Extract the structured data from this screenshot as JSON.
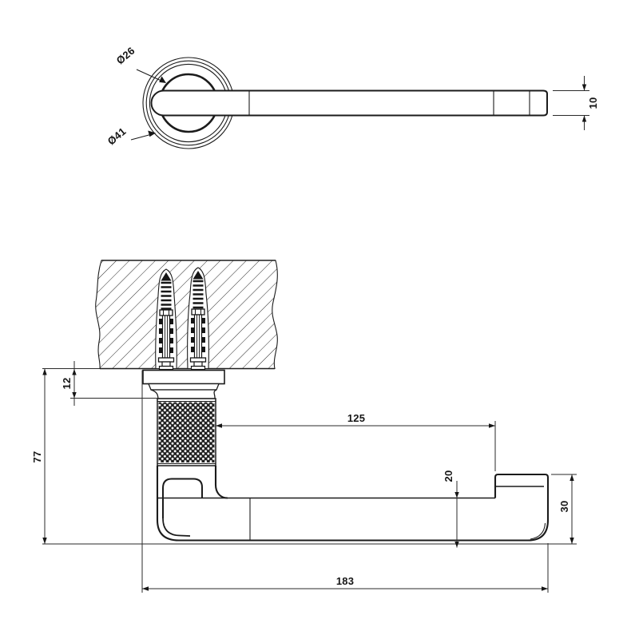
{
  "drawing": {
    "type": "technical-dimension-drawing",
    "colors": {
      "background": "#ffffff",
      "line": "#1b1b1b"
    },
    "dimensions": {
      "rosette_inner_diameter": "Ø26",
      "rosette_outer_diameter": "Ø41",
      "bar_thickness": "10",
      "flange_offset": "12",
      "total_depth": "77",
      "arm_inner_length": "125",
      "arm_height": "20",
      "end_height": "30",
      "total_length": "183"
    }
  }
}
